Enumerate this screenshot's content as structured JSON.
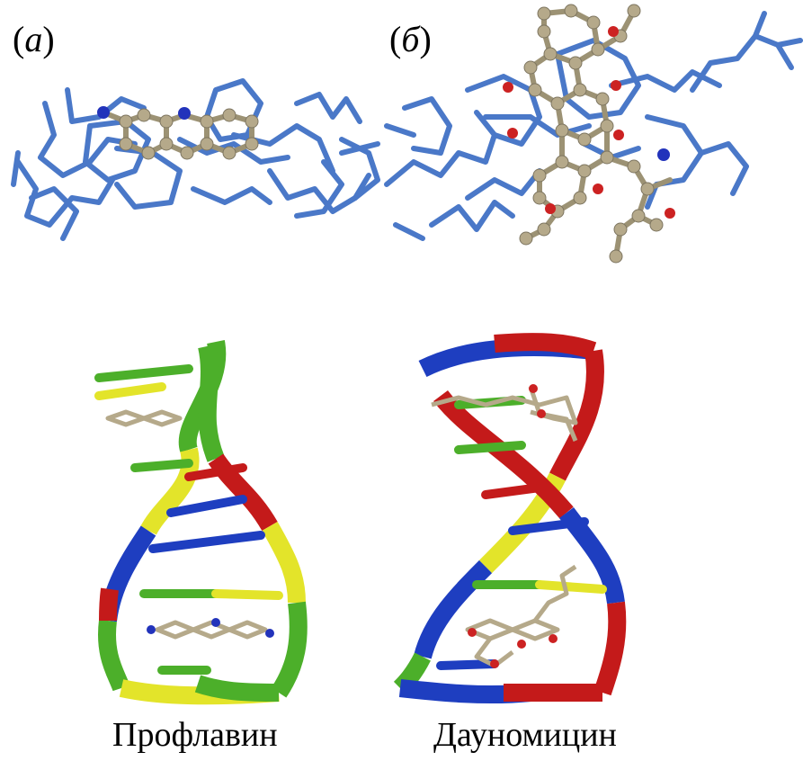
{
  "panels": [
    {
      "label_open": "(",
      "label_letter": "а",
      "label_close": ")",
      "caption": "Профлавин"
    },
    {
      "label_open": "(",
      "label_letter": "б",
      "label_close": ")",
      "caption": "Дауномицин"
    }
  ],
  "colors": {
    "dna_stick": "#4a78c8",
    "drug_atom": "#b5a98a",
    "drug_bond": "#9c9274",
    "oxygen": "#cc2222",
    "nitrogen": "#2233bb",
    "strand_red": "#c41a1a",
    "strand_blue": "#1e3ec0",
    "strand_green": "#4caf2a",
    "strand_yellow": "#e3e42a"
  }
}
